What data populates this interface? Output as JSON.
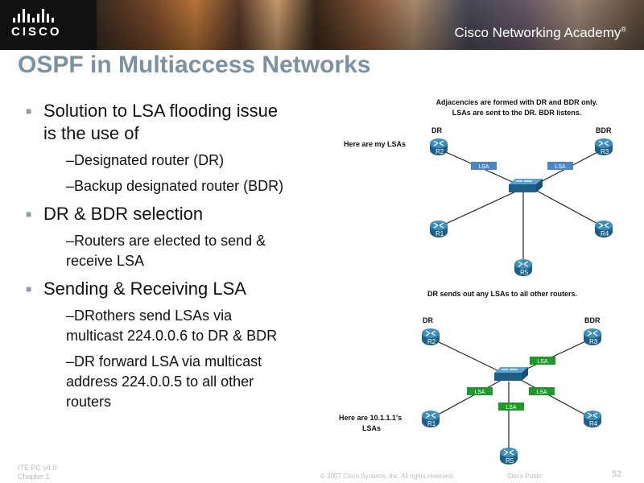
{
  "header": {
    "logo_text": "CISCO",
    "academy_name": "Cisco Networking Academy",
    "trademark": "®"
  },
  "slide": {
    "title": "OSPF in Multiaccess Networks",
    "points": [
      {
        "text_lines": [
          "Solution to LSA flooding issue",
          "is the use of"
        ],
        "subs": [
          {
            "lines": [
              "–Designated router (DR)"
            ]
          },
          {
            "lines": [
              "–Backup designated router (BDR)"
            ]
          }
        ]
      },
      {
        "text_lines": [
          "DR & BDR selection"
        ],
        "subs": [
          {
            "lines": [
              "–Routers are elected to send &",
              "receive LSA"
            ]
          }
        ]
      },
      {
        "text_lines": [
          "Sending & Receiving LSA"
        ],
        "subs": [
          {
            "lines": [
              "–DRothers send LSAs via",
              "multicast 224.0.0.6 to DR & BDR"
            ]
          },
          {
            "lines": [
              "–DR forward LSA via multicast",
              "address 224.0.0.5 to all other",
              "routers"
            ]
          }
        ]
      }
    ]
  },
  "diagram_top": {
    "caption_line1": "Adjacencies are formed with DR and BDR only.",
    "caption_line2": "LSAs are sent to the DR. BDR listens.",
    "note": "Here are my LSAs",
    "role_dr": "DR",
    "role_bdr": "BDR",
    "routers": [
      "R2",
      "R3",
      "R1",
      "R4",
      "R5"
    ],
    "lsa_label": "LSA",
    "lsa_color": "#4a86c8"
  },
  "diagram_bottom": {
    "caption": "DR sends out any LSAs to all other routers.",
    "note_line1": "Here are 10.1.1.1's",
    "note_line2": "LSAs",
    "role_dr": "DR",
    "role_bdr": "BDR",
    "routers": [
      "R2",
      "R3",
      "R1",
      "R4",
      "R5"
    ],
    "lsa_label": "LSA",
    "lsa_color": "#1f9a2a"
  },
  "footer": {
    "course_line1": "ITE PC v4.0",
    "course_line2": "Chapter 1",
    "copyright": "© 2007 Cisco Systems, Inc. All rights reserved.",
    "classification": "Cisco Public",
    "page_number": "52"
  }
}
